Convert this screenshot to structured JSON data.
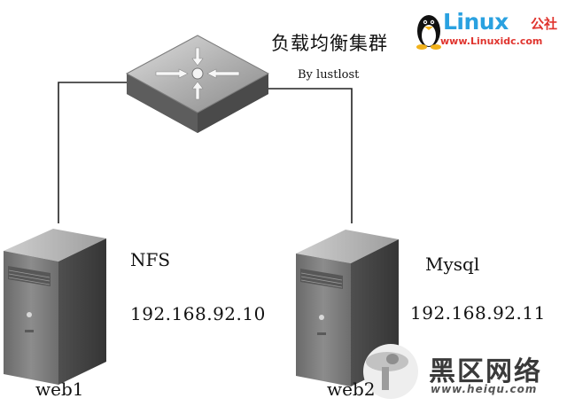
{
  "diagram": {
    "title": "负载均衡集群",
    "byline": "By lustlost",
    "servers": [
      {
        "name": "web1",
        "service": "NFS",
        "ip": "192.168.92.10"
      },
      {
        "name": "web2",
        "service": "Mysql",
        "ip": "192.168.92.11"
      }
    ]
  },
  "watermarks": {
    "linux_brand": "Linux",
    "linux_suffix": "公社",
    "linux_url": "www.Linuxidc.com",
    "heiqu_brand": "黑区网络",
    "heiqu_url": "www.heiqu.com"
  },
  "colors": {
    "linux_blue": "#2aa1e0",
    "linux_red": "#e0342e",
    "device_gray": "#7a7a7a"
  },
  "icons": [
    "load-balancer-switch-icon",
    "server-tower-icon",
    "tux-penguin-icon",
    "heiqu-logo-icon"
  ]
}
